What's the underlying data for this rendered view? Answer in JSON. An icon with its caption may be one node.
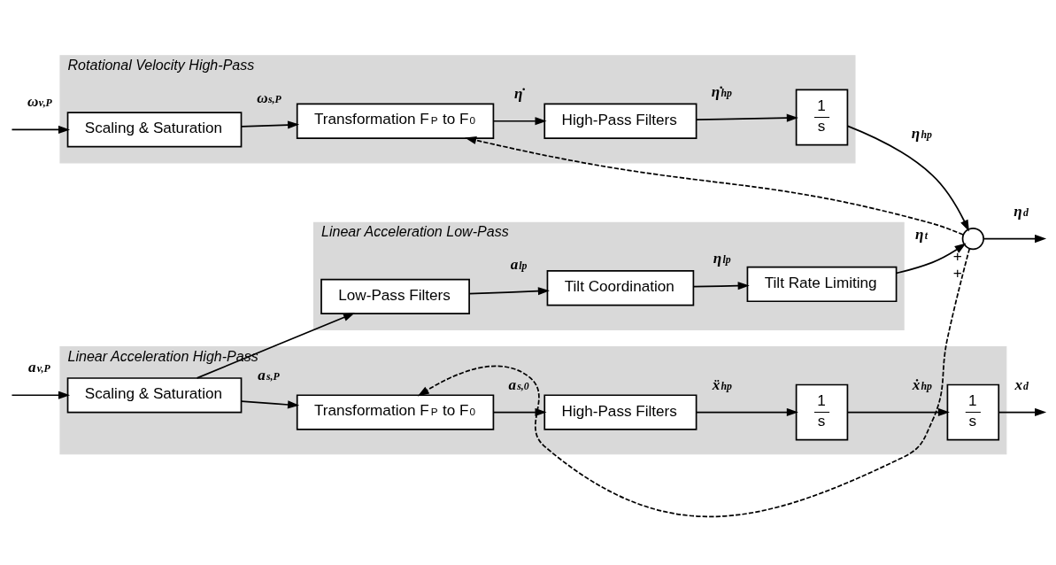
{
  "diagram": {
    "nodes": [
      {
        "text": [
          "Linear Acceleration High-Pass"
        ]
      },
      {
        "text": [
          "Scaling & Saturation"
        ],
        "in": 0
      },
      {
        "text": [
          "Transformation F$_{P}$ to F$_{0}$"
        ],
        "in": 0
      },
      {
        "text": [
          "High-Pass Filters"
        ],
        "in": 0
      },
      {
        "text": [
          "1",
          "s"
        ],
        "in": 0
      },
      {
        "text": [
          "1",
          "s"
        ],
        "in": 0
      },
      {
        "text": [
          "Linear Acceleration Low-Pass"
        ]
      },
      {
        "text": [
          "Low-Pass Filters"
        ],
        "in": 6
      },
      {
        "text": [
          "Tilt Coordination"
        ],
        "in": 6
      },
      {
        "text": [
          "Tilt Rate Limiting"
        ],
        "in": 6
      },
      {
        "text": [
          "Rotational Velocity High-Pass"
        ]
      },
      {
        "text": [
          "Scaling & Saturation"
        ],
        "in": 10
      },
      {
        "text": [
          "Transformation F$_{P}$ to F$_{0}$"
        ],
        "in": 10
      },
      {
        "text": [
          "High-Pass Filters"
        ],
        "in": 10
      },
      {
        "text": [
          "1",
          "s"
        ],
        "in": 10
      },
      {
        "text": [],
        "shape": "circle",
        "beside": [
          "+",
          "+"
        ]
      }
    ],
    "edges": [
      {
        "from": null,
        "to": 1,
        "arrow": "to",
        "label": "a$_{v,P}$"
      },
      {
        "from": 1,
        "to": 2,
        "arrow": "to",
        "label": "a$_{s,P}$"
      },
      {
        "from": 1,
        "to": 7,
        "arrow": "to"
      },
      {
        "from": 2,
        "to": 3,
        "arrow": "to",
        "label": "a$_{s,0}$"
      },
      {
        "from": 3,
        "to": 4,
        "arrow": "to",
        "label": "ẍ$_{hp}$"
      },
      {
        "from": 4,
        "to": 5,
        "arrow": "to",
        "label": "ẋ$_{hp}$"
      },
      {
        "from": 5,
        "to": null,
        "arrow": "to",
        "label": "x$_{d}$"
      },
      {
        "from": 7,
        "to": 8,
        "arrow": "to",
        "label": "a$_{lp}$"
      },
      {
        "from": 8,
        "to": 9,
        "arrow": "to",
        "label": "η$_{lp}$"
      },
      {
        "from": 9,
        "to": 15,
        "arrow": "to",
        "label": "η$_{t}$"
      },
      {
        "from": null,
        "to": 11,
        "arrow": "to",
        "label": "ω$_{v,P}$"
      },
      {
        "from": 11,
        "to": 12,
        "arrow": "to",
        "label": "ω$_{s,P}$"
      },
      {
        "from": 12,
        "to": 13,
        "arrow": "to",
        "label": "η̇"
      },
      {
        "from": 13,
        "to": 14,
        "arrow": "to",
        "label": "η̇$_{hp}$"
      },
      {
        "from": 14,
        "to": 15,
        "arrow": "to",
        "label": "η$_{hp}$"
      },
      {
        "from": 15,
        "to": null,
        "arrow": "to",
        "label": "η$_{d}$"
      },
      {
        "from": 15,
        "to": 2,
        "arrow": "to",
        "style": "dashed"
      },
      {
        "from": 15,
        "to": 12,
        "arrow": "to",
        "style": "dashed"
      }
    ]
  }
}
